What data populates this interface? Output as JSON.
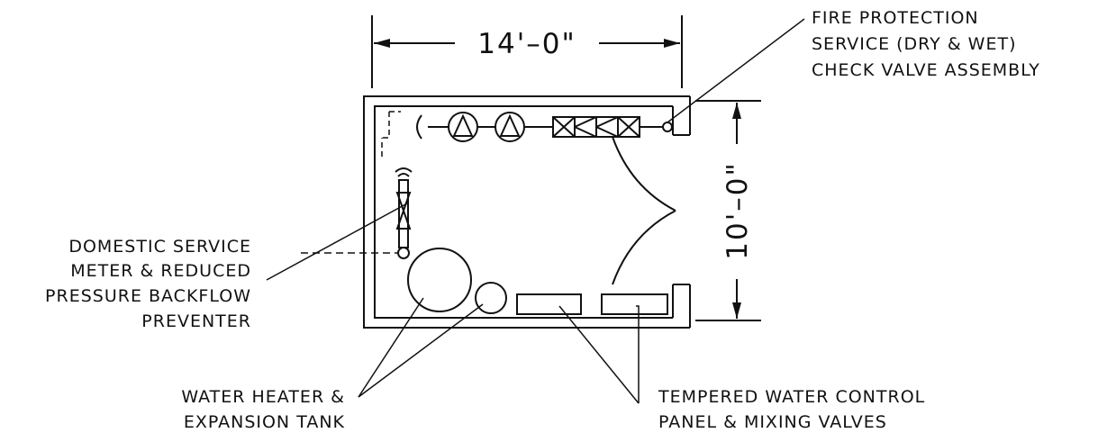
{
  "dimensions": {
    "width": "14'–0\"",
    "height": "10'–0\""
  },
  "labels": {
    "fire_protection": [
      "FIRE PROTECTION",
      "SERVICE (DRY & WET)",
      "CHECK VALVE ASSEMBLY"
    ],
    "domestic_service": [
      "DOMESTIC SERVICE",
      "METER & REDUCED",
      "PRESSURE BACKFLOW",
      "PREVENTER"
    ],
    "water_heater": [
      "WATER HEATER &",
      "EXPANSION TANK"
    ],
    "tempered_water": [
      "TEMPERED WATER CONTROL",
      "PANEL & MIXING VALVES"
    ]
  }
}
